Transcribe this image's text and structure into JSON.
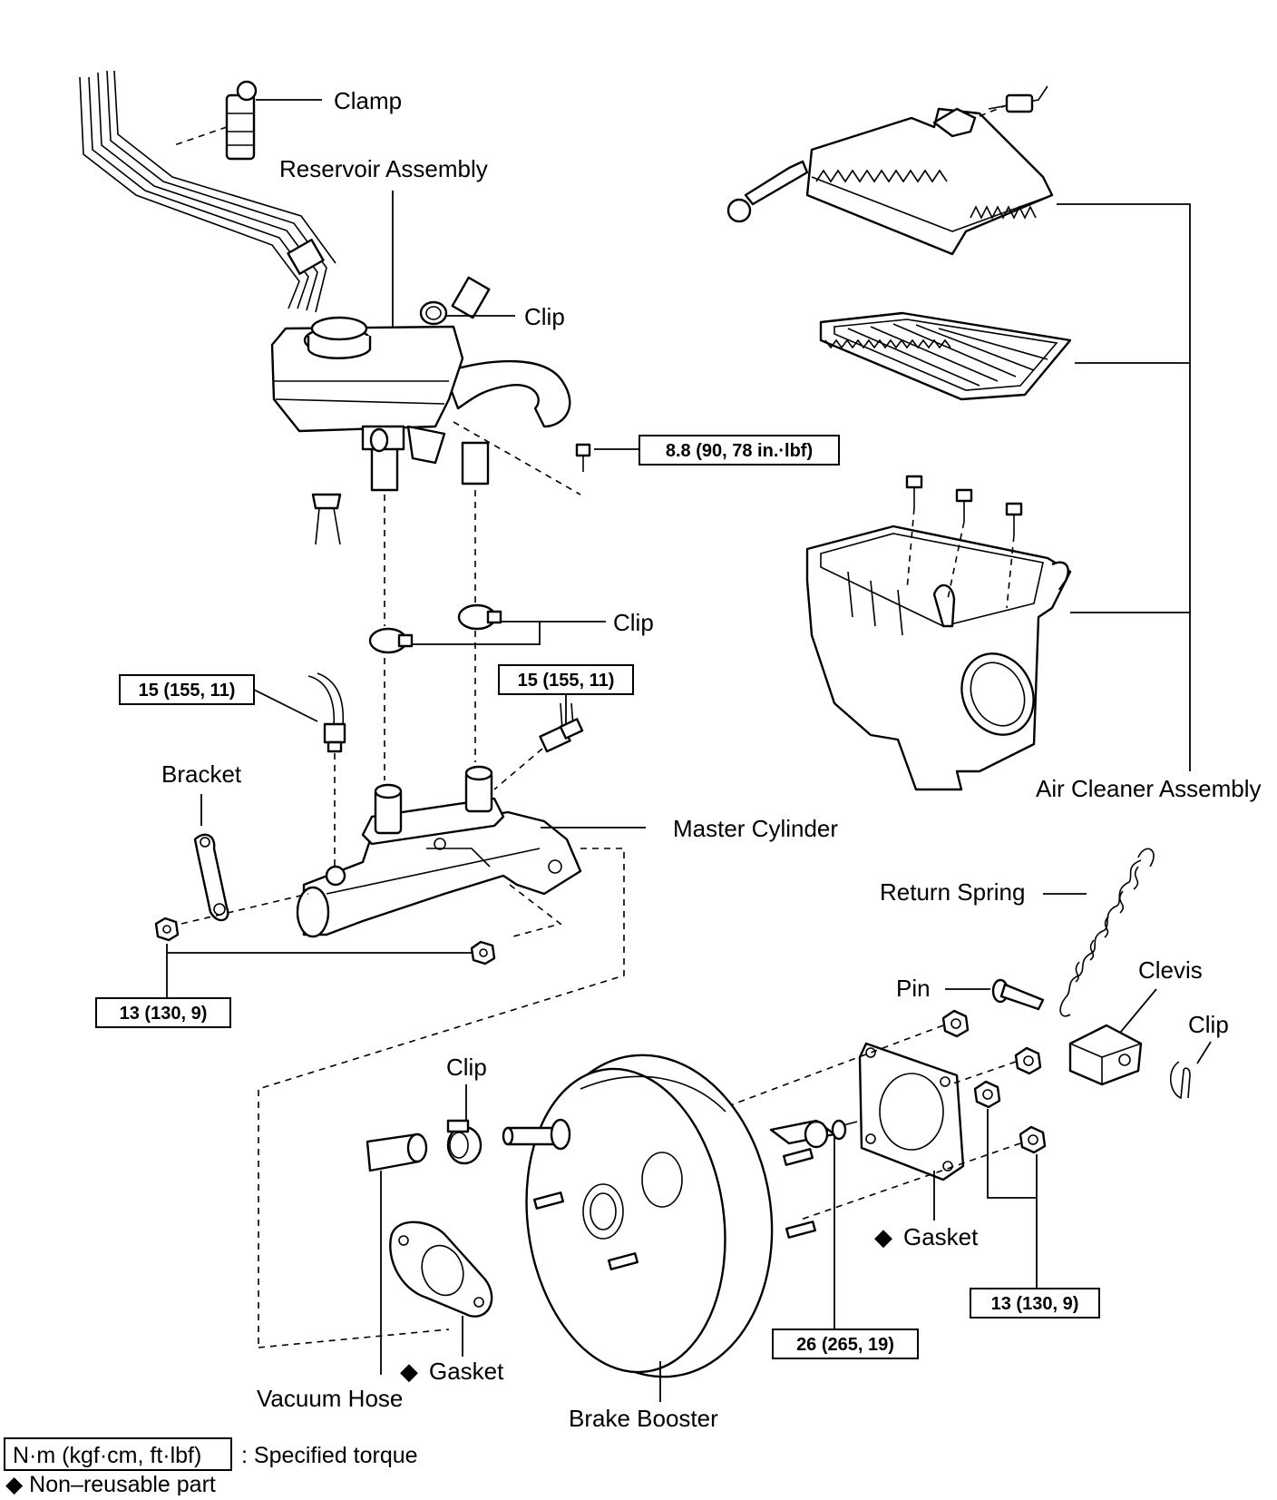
{
  "labels": {
    "clamp": "Clamp",
    "reservoir_assembly": "Reservoir Assembly",
    "clip_reservoir": "Clip",
    "clip_hoses": "Clip",
    "bracket": "Bracket",
    "master_cylinder": "Master Cylinder",
    "air_cleaner_assembly": "Air Cleaner Assembly",
    "return_spring": "Return Spring",
    "pin": "Pin",
    "clevis": "Clevis",
    "clip_clevis": "Clip",
    "clip_vacuum": "Clip",
    "gasket_booster": "Gasket",
    "gasket_vacuum": "Gasket",
    "vacuum_hose": "Vacuum Hose",
    "brake_booster": "Brake Booster"
  },
  "torques": {
    "reservoir_bolt": "8.8 (90, 78 in.·lbf)",
    "brake_line_left": "15 (155, 11)",
    "brake_line_right": "15 (155, 11)",
    "master_cyl_nuts": "13 (130, 9)",
    "booster_nuts": "13 (130, 9)",
    "clevis_locknut": "26 (265, 19)"
  },
  "legend": {
    "torque_unit": "N·m (kgf·cm, ft·lbf)",
    "torque_desc": ": Specified torque",
    "non_reusable": "◆ Non–reusable part",
    "diamond": "◆"
  }
}
